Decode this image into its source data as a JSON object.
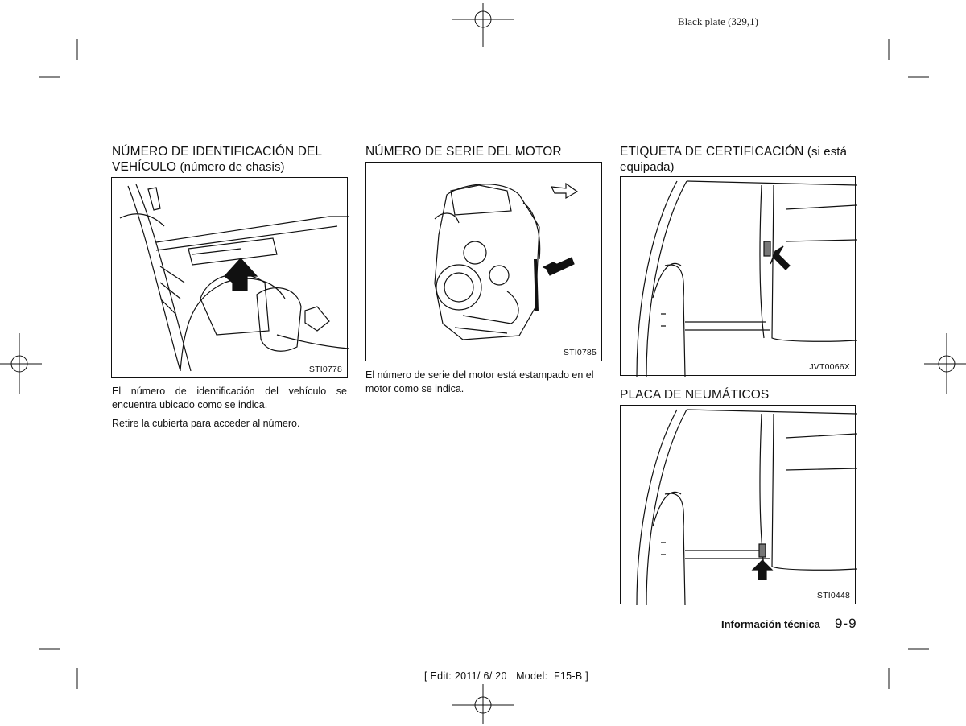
{
  "plate_header": "Black plate (329,1)",
  "sections": {
    "vin": {
      "title_main": "NÚMERO DE IDENTIFICACIÓN DEL VEHÍCULO",
      "title_note": "(número de chasis)",
      "figure_code": "STI0778",
      "paragraphs": [
        "El número de identificación del vehículo se encuentra ubicado como se indica.",
        "Retire la cubierta para acceder al número."
      ]
    },
    "engine": {
      "title": "NÚMERO DE SERIE DEL MOTOR",
      "figure_code": "STI0785",
      "paragraph": "El número de serie del motor está estampado en el motor como se indica."
    },
    "certification": {
      "title_main": "ETIQUETA DE CERTIFICACIÓN",
      "title_note": "(si está equipada)",
      "figure_code": "JVT0066X"
    },
    "tire_placard": {
      "title": "PLACA DE NEUMÁTICOS",
      "figure_code": "STI0448"
    }
  },
  "footer": {
    "section_name": "Información técnica",
    "page_number": "9-9",
    "edit_line": "[ Edit: 2011/ 6/ 20   Model:  F15-B ]"
  }
}
